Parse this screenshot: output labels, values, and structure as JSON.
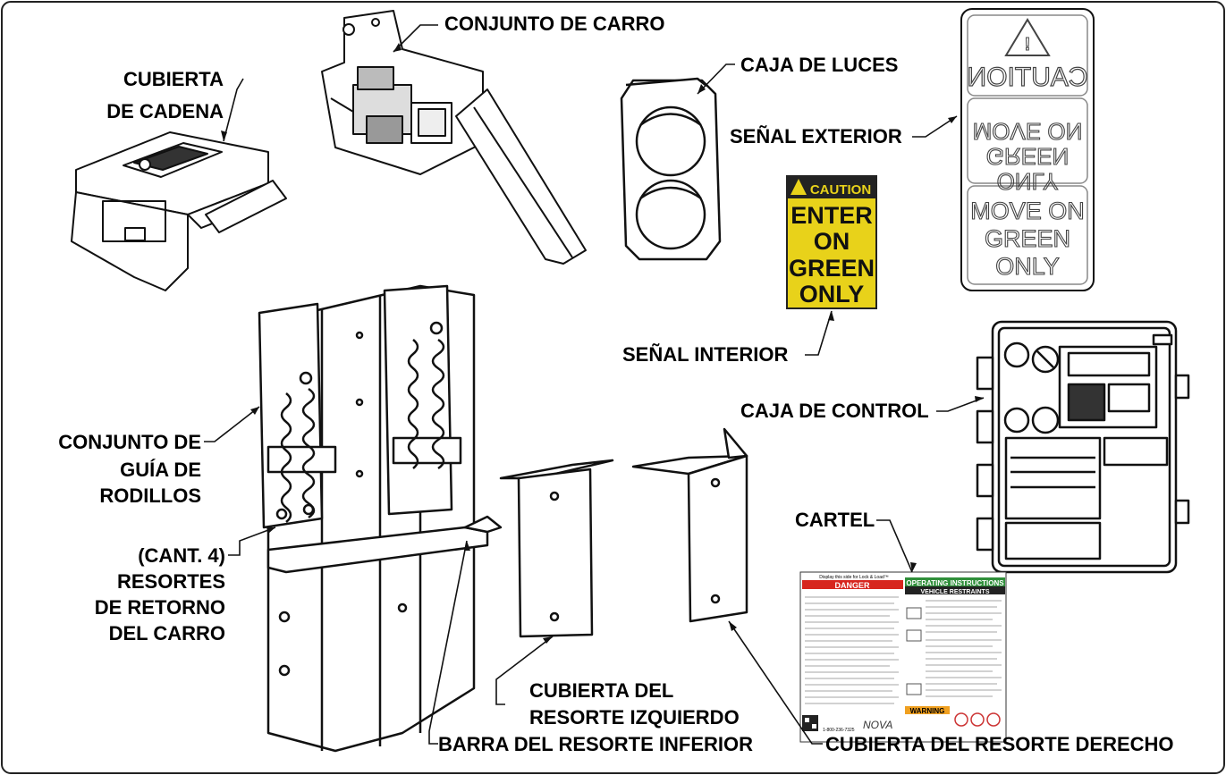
{
  "labels": {
    "conjunto_de_carro": "CONJUNTO DE CARRO",
    "cubierta_de_cadena_1": "CUBIERTA",
    "cubierta_de_cadena_2": "DE CADENA",
    "caja_de_luces": "CAJA DE LUCES",
    "senal_exterior": "SEÑAL EXTERIOR",
    "senal_interior": "SEÑAL INTERIOR",
    "caja_de_control": "CAJA DE CONTROL",
    "conjunto_guia_1": "CONJUNTO DE",
    "conjunto_guia_2": "GUÍA DE",
    "conjunto_guia_3": "RODILLOS",
    "resortes_1": "(CANT. 4)",
    "resortes_2": "RESORTES",
    "resortes_3": "DE RETORNO",
    "resortes_4": "DEL CARRO",
    "cartel": "CARTEL",
    "cubierta_izq_1": "CUBIERTA DEL",
    "cubierta_izq_2": "RESORTE IZQUIERDO",
    "barra_inferior": "BARRA DEL RESORTE INFERIOR",
    "cubierta_der": "CUBIERTA DEL RESORTE DERECHO"
  },
  "exterior_sign": {
    "top": "CAUTION",
    "middle": [
      "MOVE ON",
      "GREEN",
      "ONLY"
    ],
    "bottom": [
      "MOVE ON",
      "GREEN",
      "ONLY"
    ]
  },
  "interior_sign": {
    "header": "CAUTION",
    "lines": [
      "ENTER",
      "ON",
      "GREEN",
      "ONLY"
    ]
  },
  "placard": {
    "top_note": "Display this side for Lock & Load™",
    "danger": "DANGER",
    "operating": "OPERATING INSTRUCTIONS",
    "vehicle": "VEHICLE RESTRAINTS",
    "warning": "WARNING",
    "brand": "NOVA",
    "phone": "1-800-236-7325"
  },
  "colors": {
    "line": "#111111",
    "sign_yellow": "#e8d21a",
    "danger_red": "#d7261e",
    "operating_green": "#2f8f3a",
    "warning_orange": "#f0a020"
  }
}
